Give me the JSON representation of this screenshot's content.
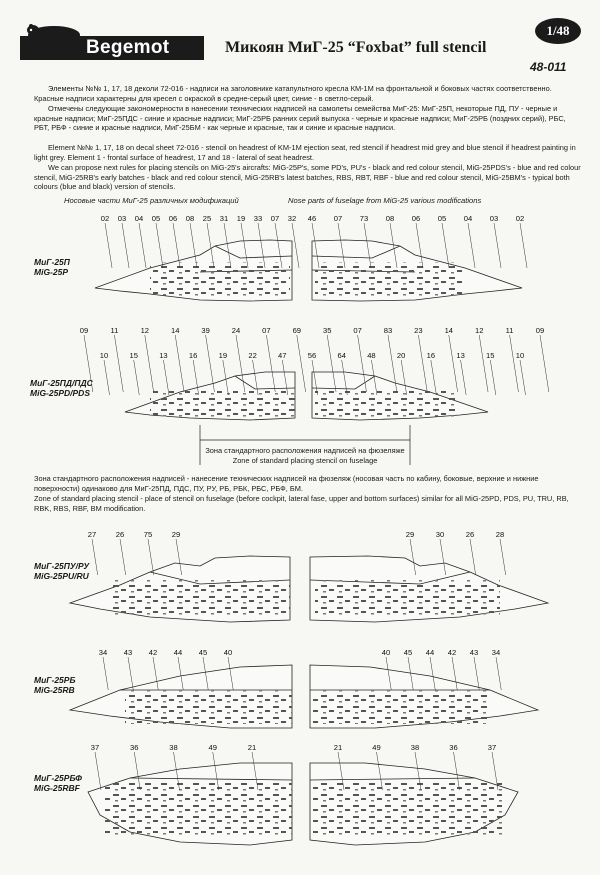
{
  "header": {
    "brand": "Begemot",
    "title": "Микоян МиГ-25 “Foxbat” full stencil",
    "scale": "1/48",
    "kit_number": "48-011"
  },
  "text": {
    "ru_p1": "Элементы №№ 1, 17, 18 деколи 72-016 - надписи на заголовнике катапультного кресла КМ-1М на фронтальной и боковых частях соответственно. Красные надписи характерны для кресел с окраской в средне-серый цвет, синие - в светло-серый.",
    "ru_p2": "Отмечены следующие закономерности в нанесении технических надписей на самолеты семейства МиГ-25: МиГ-25П, некоторые ПД, ПУ - черные и красные надписи; МиГ-25ПДС - синие и красные надписи; МиГ-25РБ ранних серий выпуска - черные и красные надписи; МиГ-25РБ (поздних серий), РБС, РБТ, РБФ - синие и красные надписи, МиГ-25БМ - как черные и красные, так и синие и красные надписи.",
    "en_p1": "Element №№ 1, 17, 18 on decal sheet 72-016 - stencil on headrest of KM-1M ejection seat, red stencil if headrest mid grey and blue stencil if headrest painting in light grey. Element 1 - frontal surface of headrest, 17 and 18 - lateral of seat headrest.",
    "en_p2": "We can propose next rules for placing stencils on MiG-25's aircrafts: MiG-25P's, some PD's, PU's - black and red colour stencil, MiG-25PDS's - blue and red colour stencil, MiG-25RB's early batches - black and red colour stencil, MiG-25RB's latest batches, RBS, RBT, RBF - blue and red colour stencil, MiG-25BM's - typical both colours (blue and black) version of stencils.",
    "cap_ru": "Носовые части МиГ-25 различных модификаций",
    "cap_en": "Nose parts of fuselage from MiG-25 various modifications",
    "zone_ru": "Зона стандартного расположения надписей на фюзеляже",
    "zone_en": "Zone of standard placing stencil on fuselage",
    "zone_desc_ru": "Зона стандартного расположения надписей - нанесение технических надписей на фюзеляж (носовая часть по кабину, боковые, верхние и нижние поверхности) одинаково для МиГ-25ПД, ПДС, ПУ, РУ, РБ, РБК, РБС, РБФ, БМ.",
    "zone_desc_en": "Zone of standard placing stencil - place of stencil on fuselage (before cockpit, lateral fase, upper and bottom surfaces) similar for all MiG-25PD, PDS, PU, TRU, RB, RBK, RBS, RBF, BM modification."
  },
  "variants": [
    {
      "label_ru": "МиГ-25П",
      "label_en": "MiG-25P",
      "left_nums": [
        "02",
        "03",
        "04",
        "05",
        "06",
        "08",
        "25",
        "31",
        "19",
        "33",
        "07",
        "32"
      ],
      "right_nums": [
        "46",
        "07",
        "73",
        "08",
        "06",
        "05",
        "04",
        "03",
        "02"
      ]
    },
    {
      "label_ru": "МиГ-25ПД/ПДС",
      "label_en": "MiG-25PD/PDS",
      "left_top": [
        "09",
        "11",
        "12",
        "14",
        "39",
        "24",
        "07",
        "69",
        "35",
        "07",
        "83",
        "23",
        "14",
        "12",
        "11",
        "09"
      ],
      "left_bottom": [
        "10",
        "15",
        "13",
        "16",
        "19",
        "22",
        "47",
        "56",
        "64",
        "48",
        "20",
        "16",
        "13",
        "15",
        "10"
      ]
    },
    {
      "label_ru": "МиГ-25ПУ/РУ",
      "label_en": "MiG-25PU/RU",
      "left_nums": [
        "27",
        "26",
        "75",
        "29"
      ],
      "right_nums": [
        "29",
        "30",
        "26",
        "28"
      ]
    },
    {
      "label_ru": "МиГ-25РБ",
      "label_en": "MiG-25RB",
      "left_nums": [
        "34",
        "43",
        "42",
        "44",
        "45",
        "40"
      ],
      "right_nums": [
        "40",
        "45",
        "44",
        "42",
        "43",
        "34"
      ]
    },
    {
      "label_ru": "МиГ-25РБФ",
      "label_en": "MiG-25RBF",
      "left_nums": [
        "37",
        "36",
        "38",
        "49",
        "21"
      ],
      "right_nums": [
        "21",
        "49",
        "38",
        "36",
        "37"
      ]
    }
  ]
}
